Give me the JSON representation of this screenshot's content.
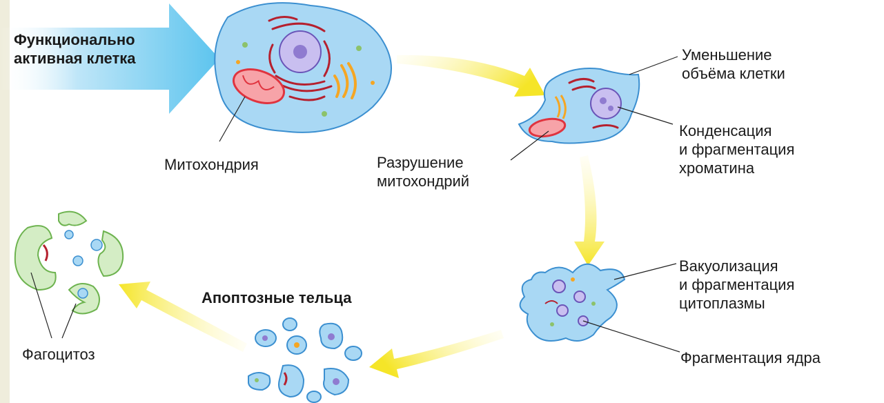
{
  "colors": {
    "cell_fill": "#a9d8f4",
    "cell_stroke": "#3b8fd0",
    "er": "#b5202e",
    "mitochondria": "#e0343f",
    "golgi": "#f5a623",
    "nucleus": "#8f7bd0",
    "arrow": "#f8ee63",
    "phagocyte_fill": "#d4edc5",
    "phagocyte_stroke": "#6db34f",
    "entry_arrow": "#5cc4ee"
  },
  "labels": {
    "functional_cell": "Функционально\nактивная клетка",
    "mitochondria": "Митохондрия",
    "mito_destruction": "Разрушение\nмитохондрий",
    "volume_decrease": "Уменьшение\nобъёма клетки",
    "chromatin_condensation": "Конденсация\nи фрагментация\nхроматина",
    "vacuolization": "Вакуолизация\nи фрагментация\nцитоплазмы",
    "nucleus_fragmentation": "Фрагментация ядра",
    "apoptotic_bodies": "Апоптозные тельца",
    "phagocytosis": "Фагоцитоз"
  }
}
